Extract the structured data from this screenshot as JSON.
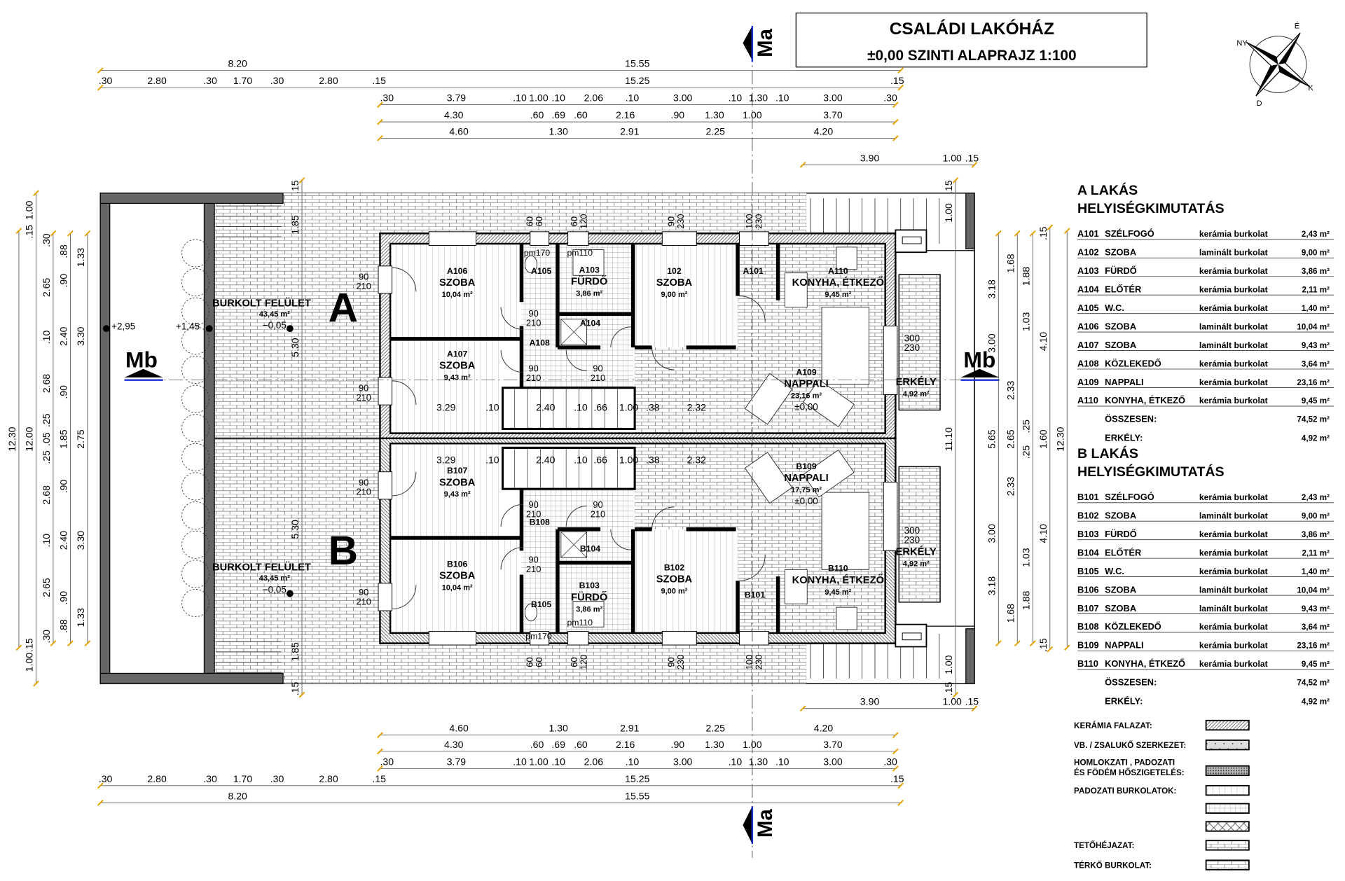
{
  "title": {
    "line1": "CSALÁDI LAKÓHÁZ",
    "line2": "±0,00 SZINTI ALAPRAJZ 1:100"
  },
  "compass": {
    "labels": [
      "É",
      "K",
      "D",
      "NY"
    ]
  },
  "section_markers": {
    "ma": "Ma",
    "mb": "Mb"
  },
  "plan": {
    "unit_a": {
      "letter": "A",
      "paving": {
        "name": "BURKOLT FELÜLET",
        "area": "43,45 m²",
        "level": "−0,05"
      },
      "levels": {
        "terrace": "+2,95",
        "garden": "+1,45"
      },
      "rooms": [
        {
          "code": "A106",
          "name": "SZOBA",
          "area": "10,04 m²"
        },
        {
          "code": "A107",
          "name": "SZOBA",
          "area": "9,43 m²"
        },
        {
          "code": "A105",
          "name": "",
          "area": ""
        },
        {
          "code": "A103",
          "name": "FÜRDŐ",
          "area": "3,86 m²"
        },
        {
          "code": "A104",
          "name": "",
          "area": ""
        },
        {
          "code": "A108",
          "name": "",
          "area": ""
        },
        {
          "code": "102",
          "name": "SZOBA",
          "area": "9,00 m²"
        },
        {
          "code": "A101",
          "name": "",
          "area": ""
        },
        {
          "code": "A110",
          "name": "KONYHA, ÉTKEZŐ",
          "area": "9,45 m²"
        },
        {
          "code": "A109",
          "name": "NAPPALI",
          "area": "23,16 m²",
          "level": "±0,00"
        }
      ],
      "balcony": {
        "name": "ERKÉLY",
        "area": "4,92 m²",
        "door_w": "300",
        "door_h": "230"
      },
      "sill_labels": [
        "pm170",
        "pm110"
      ]
    },
    "unit_b": {
      "letter": "B",
      "paving": {
        "name": "BURKOLT FELÜLET",
        "area": "43,45 m²",
        "level": "−0,05"
      },
      "rooms": [
        {
          "code": "B107",
          "name": "SZOBA",
          "area": "9,43 m²"
        },
        {
          "code": "B106",
          "name": "SZOBA",
          "area": "10,04 m²"
        },
        {
          "code": "B105",
          "name": "",
          "area": ""
        },
        {
          "code": "B103",
          "name": "FÜRDŐ",
          "area": "3,86 m²"
        },
        {
          "code": "B104",
          "name": "",
          "area": ""
        },
        {
          "code": "B108",
          "name": "",
          "area": ""
        },
        {
          "code": "B102",
          "name": "SZOBA",
          "area": "9,00 m²"
        },
        {
          "code": "B101",
          "name": "",
          "area": ""
        },
        {
          "code": "B110",
          "name": "KONYHA, ÉTKEZŐ",
          "area": "9,45 m²"
        },
        {
          "code": "B109",
          "name": "NAPPALI",
          "area": "17,75 m²",
          "level": "±0,00"
        }
      ],
      "balcony": {
        "name": "ERKÉLY",
        "area": "4,92 m²",
        "door_w": "300",
        "door_h": "230"
      },
      "sill_labels": [
        "pm110",
        "pm170"
      ]
    },
    "stair_dims": [
      "3.29",
      ".10",
      "2.40",
      ".10",
      ".66",
      "1.00",
      ".38",
      "2.32"
    ],
    "door_labels": [
      "90",
      "210"
    ],
    "window_labels": [
      [
        "60",
        "60"
      ],
      [
        "60",
        "120"
      ],
      [
        "90",
        "230"
      ],
      [
        "100",
        "230"
      ]
    ]
  },
  "dimensions": {
    "top": [
      [
        "8.20",
        "15.55"
      ],
      [
        ".30",
        "2.80",
        ".30",
        "1.70",
        ".30",
        "2.80",
        ".15",
        "15.25",
        ".15"
      ],
      [
        ".30",
        "3.79",
        ".10",
        "1.00",
        ".10",
        "2.06",
        ".10",
        "3.00",
        ".10",
        "1.30",
        ".10",
        "3.00",
        ".30"
      ],
      [
        "4.30",
        ".60",
        ".69",
        ".60",
        "2.16",
        ".90",
        "1.30",
        "1.00",
        "3.70"
      ],
      [
        "4.60",
        "1.30",
        "2.91",
        "2.25",
        "4.20"
      ],
      [
        "3.90",
        "1.00",
        ".15"
      ]
    ],
    "bottom": [
      [
        "3.90",
        "1.00",
        ".15"
      ],
      [
        "4.60",
        "1.30",
        "2.91",
        "2.25",
        "4.20"
      ],
      [
        "4.30",
        ".60",
        ".69",
        ".60",
        "2.16",
        ".90",
        "1.30",
        "1.00",
        "3.70"
      ],
      [
        ".30",
        "3.79",
        ".10",
        "1.00",
        ".10",
        "2.06",
        ".10",
        "3.00",
        ".10",
        "1.30",
        ".10",
        "3.00",
        ".30"
      ],
      [
        ".30",
        "2.80",
        ".30",
        "1.70",
        ".30",
        "2.80",
        ".15",
        "15.25",
        ".15"
      ],
      [
        "8.20",
        "15.55"
      ]
    ],
    "left": [
      [
        "12.30"
      ],
      [
        "1.00",
        ".15",
        "12.00",
        ".15",
        "1.00"
      ],
      [
        ".30",
        "2.65",
        ".10",
        "2.68",
        ".25",
        ".05",
        ".25",
        "2.68",
        ".10",
        "2.65",
        ".30"
      ],
      [
        ".88",
        ".90",
        "2.40",
        ".90",
        "1.85",
        ".90",
        "2.40",
        ".90",
        ".88"
      ],
      [
        "1.33",
        "3.30",
        "2.75",
        "3.30",
        "1.33"
      ],
      [
        ".15",
        "1.85",
        "5.30",
        "5.30",
        "1.85",
        ".15"
      ]
    ],
    "right": [
      [
        ".15",
        "1.00",
        "11.10",
        "1.00",
        ".15"
      ],
      [
        "3.18",
        "3.00",
        "5.65",
        "3.00",
        "3.18"
      ],
      [
        "1.68",
        "2.33",
        "2.65",
        "2.33",
        "1.68"
      ],
      [
        "1.88",
        "1.03",
        ".25",
        ".25",
        "1.03",
        "1.88"
      ],
      [
        ".15",
        "4.10",
        "1.60",
        "4.10",
        ".15"
      ],
      [
        "12.30"
      ]
    ]
  },
  "schedule_a": {
    "title1": "A LAKÁS",
    "title2": "HELYISÉGKIMUTATÁS",
    "rows": [
      {
        "code": "A101",
        "name": "SZÉLFOGÓ",
        "floor": "kerámia burkolat",
        "area": "2,43 m²"
      },
      {
        "code": "A102",
        "name": "SZOBA",
        "floor": "laminált burkolat",
        "area": "9,00 m²"
      },
      {
        "code": "A103",
        "name": "FÜRDŐ",
        "floor": "kerámia burkolat",
        "area": "3,86 m²"
      },
      {
        "code": "A104",
        "name": "ELŐTÉR",
        "floor": "kerámia burkolat",
        "area": "2,11 m²"
      },
      {
        "code": "A105",
        "name": "W.C.",
        "floor": "kerámia burkolat",
        "area": "1,40 m²"
      },
      {
        "code": "A106",
        "name": "SZOBA",
        "floor": "laminált burkolat",
        "area": "10,04 m²"
      },
      {
        "code": "A107",
        "name": "SZOBA",
        "floor": "laminált burkolat",
        "area": "9,43 m²"
      },
      {
        "code": "A108",
        "name": "KÖZLEKEDŐ",
        "floor": "kerámia burkolat",
        "area": "3,64 m²"
      },
      {
        "code": "A109",
        "name": "NAPPALI",
        "floor": "kerámia burkolat",
        "area": "23,16 m²"
      },
      {
        "code": "A110",
        "name": "KONYHA, ÉTKEZŐ",
        "floor": "kerámia burkolat",
        "area": "9,45 m²"
      }
    ],
    "total_label": "ÖSSZESEN:",
    "total": "74,52 m²",
    "balcony_label": "ERKÉLY:",
    "balcony": "4,92 m²"
  },
  "schedule_b": {
    "title1": "B LAKÁS",
    "title2": "HELYISÉGKIMUTATÁS",
    "rows": [
      {
        "code": "B101",
        "name": "SZÉLFOGÓ",
        "floor": "kerámia burkolat",
        "area": "2,43 m²"
      },
      {
        "code": "B102",
        "name": "SZOBA",
        "floor": "laminált burkolat",
        "area": "9,00 m²"
      },
      {
        "code": "B103",
        "name": "FÜRDŐ",
        "floor": "kerámia burkolat",
        "area": "3,86 m²"
      },
      {
        "code": "B104",
        "name": "ELŐTÉR",
        "floor": "kerámia burkolat",
        "area": "2,11 m²"
      },
      {
        "code": "B105",
        "name": "W.C.",
        "floor": "kerámia burkolat",
        "area": "1,40 m²"
      },
      {
        "code": "B106",
        "name": "SZOBA",
        "floor": "laminált burkolat",
        "area": "10,04 m²"
      },
      {
        "code": "B107",
        "name": "SZOBA",
        "floor": "laminált burkolat",
        "area": "9,43 m²"
      },
      {
        "code": "B108",
        "name": "KÖZLEKEDŐ",
        "floor": "kerámia burkolat",
        "area": "3,64 m²"
      },
      {
        "code": "B109",
        "name": "NAPPALI",
        "floor": "kerámia burkolat",
        "area": "23,16 m²"
      },
      {
        "code": "B110",
        "name": "KONYHA, ÉTKEZŐ",
        "floor": "kerámia burkolat",
        "area": "9,45 m²"
      }
    ],
    "total_label": "ÖSSZESEN:",
    "total": "74,52 m²",
    "balcony_label": "ERKÉLY:",
    "balcony": "4,92 m²"
  },
  "legend": {
    "ceramic_wall": "KERÁMIA FALAZAT:",
    "concrete": "VB. / ZSALUKŐ SZERKEZET:",
    "insulation_1": "HOMLOKZATI , PADOZATI",
    "insulation_2": "ÉS FÖDÉM HŐSZIGETELÉS:",
    "floor_finish": "PADOZATI BURKOLATOK:",
    "roofing": "TETŐHÉJAZAT:",
    "paving": "TÉRKŐ BURKOLAT:"
  }
}
